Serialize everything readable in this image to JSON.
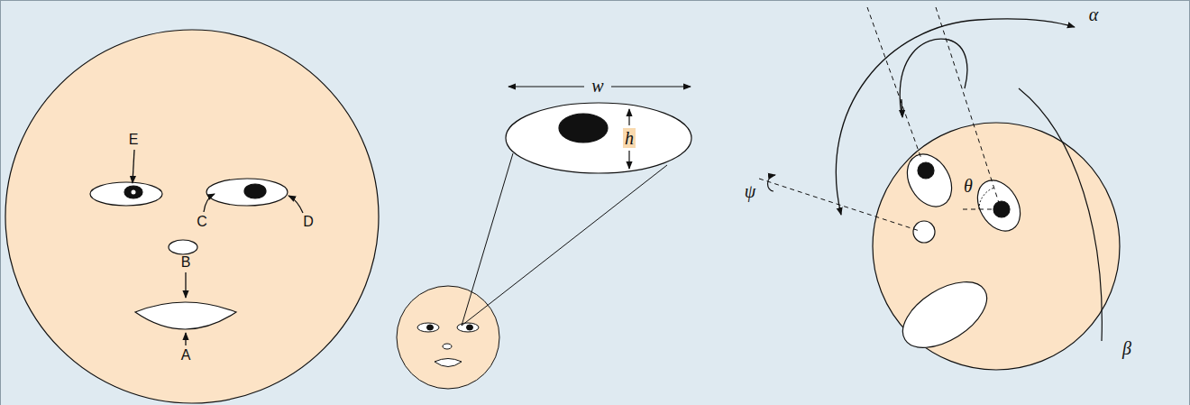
{
  "diagram": {
    "labels": [
      "E",
      "C",
      "D",
      "B",
      "A",
      "w",
      "h",
      "α",
      "ψ",
      "θ",
      "β"
    ]
  }
}
